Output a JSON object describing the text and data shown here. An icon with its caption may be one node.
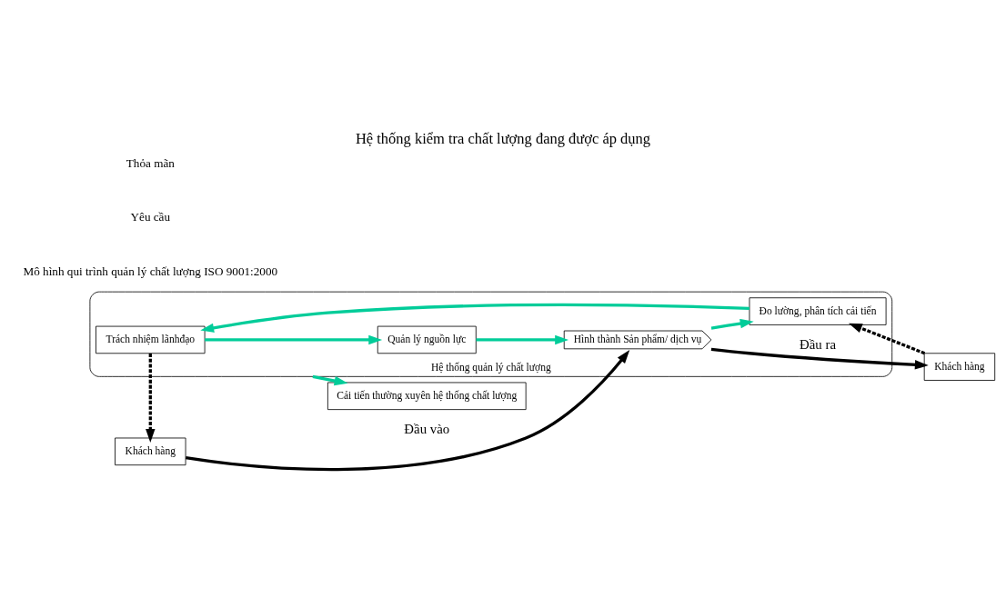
{
  "diagram": {
    "title": "Hệ thống kiểm tra chất lượng đang được áp dụng",
    "nodes": [
      {
        "text": [
          "Hệ thống quản lý chất lượng"
        ]
      },
      {
        "text": [
          "Khách hàng"
        ]
      },
      {
        "text": [
          "Trách nhiệm lãnhđạo"
        ],
        "in": 0
      },
      {
        "text": [
          "Quản lý nguồn lực"
        ],
        "in": 0
      },
      {
        "text": [
          "Hình thành Sản phẩm/ dịch vụ"
        ],
        "in": 0
      },
      {
        "text": [
          "Đo lường, phân tích cải tiến"
        ],
        "in": 0
      },
      {
        "text": [
          "Khách hàng"
        ]
      },
      {
        "text": [
          "Cải tiến thường xuyên hệ thống chất lượng"
        ]
      }
    ],
    "edges": [
      {
        "from": 2,
        "to": 1,
        "arrow": "to",
        "style": "dashed",
        "color": "#000000"
      },
      {
        "from": 2,
        "to": 3,
        "arrow": "to"
      },
      {
        "from": 3,
        "to": 4,
        "arrow": "to"
      },
      {
        "from": 1,
        "to": 4,
        "arrow": "to",
        "label": "Đầu vào",
        "color": "#000000"
      },
      {
        "from": 4,
        "to": 6,
        "arrow": "to",
        "label": "Đầu ra",
        "color": "#000000"
      },
      {
        "from": 4,
        "to": 5,
        "arrow": "to"
      },
      {
        "from": 5,
        "to": 2,
        "arrow": "to"
      },
      {
        "from": 6,
        "to": 5,
        "arrow": "to",
        "style": "dashed",
        "color": "#000000"
      },
      {
        "from": 0,
        "to": 7,
        "arrow": "to"
      }
    ],
    "labels": [
      "Mô hình qui trình quản lý chất lượng ISO 9001:2000",
      "Yêu cầu",
      "Thỏa mãn"
    ]
  }
}
